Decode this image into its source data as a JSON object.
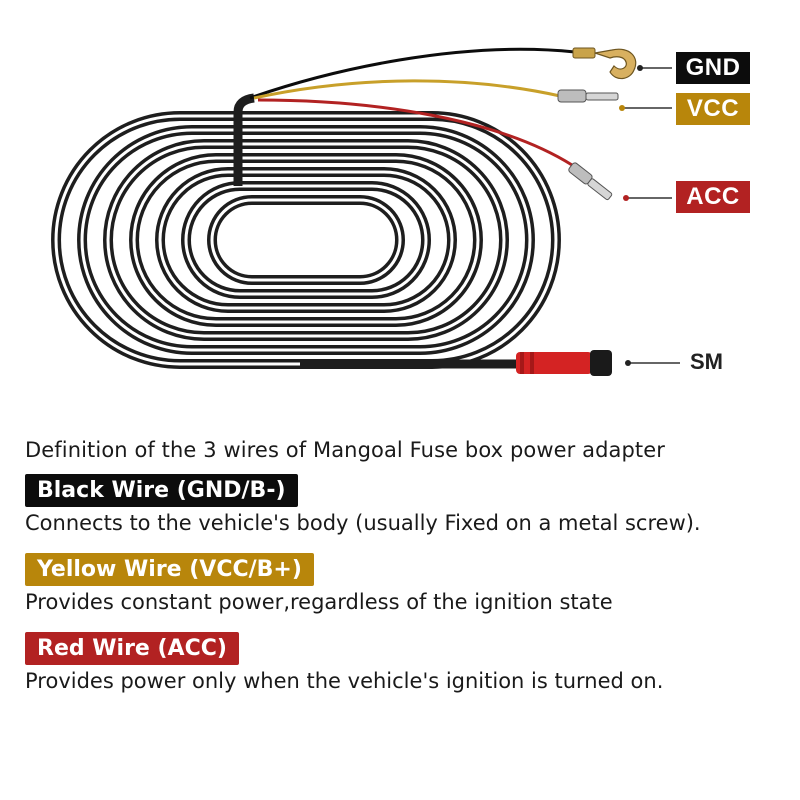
{
  "labels": {
    "gnd": "GND",
    "vcc": "VCC",
    "acc": "ACC",
    "sm": "SM"
  },
  "colors": {
    "black": "#0c0c0c",
    "yellow": "#b8860b",
    "red": "#b22222",
    "cable": "#1e1e1e",
    "connector": "#d42323"
  },
  "heading": "Definition of the 3 wires of Mangoal Fuse box power adapter",
  "wires": [
    {
      "badge": "Black Wire (GND/B-)",
      "desc": "Connects to the vehicle's body (usually Fixed on a metal screw)."
    },
    {
      "badge": "Yellow Wire (VCC/B+)",
      "desc": "Provides constant power,regardless of the ignition state"
    },
    {
      "badge": "Red Wire (ACC)",
      "desc": "Provides power only when the vehicle's ignition is turned on."
    }
  ]
}
